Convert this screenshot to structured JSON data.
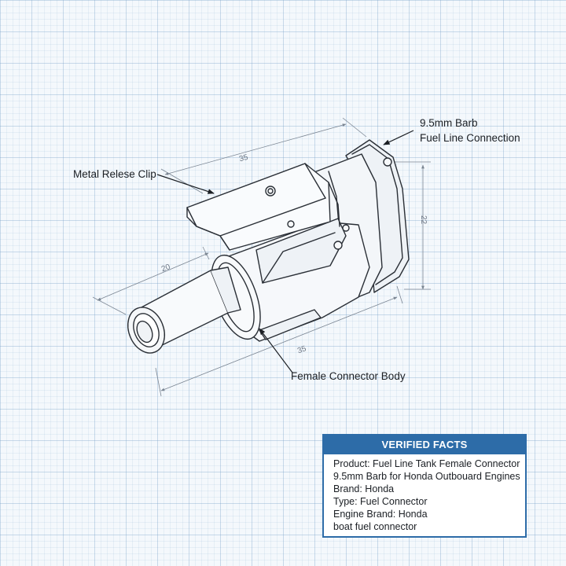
{
  "callouts": {
    "barb_line1": "9.5mm Barb",
    "barb_line2": "Fuel Line Connection",
    "clip": "Metal Relese Clip",
    "body": "Female Connector Body"
  },
  "dimensions": {
    "top_length": "35",
    "height": "22",
    "nozzle_length": "20",
    "bottom_length": "35"
  },
  "facts": {
    "title": "VERIFIED FACTS",
    "lines": [
      "Product: Fuel Line Tank Female Connector",
      "9.5mm Barb for Honda Outbouard Engines",
      "Brand: Honda",
      "Type: Fuel Connector",
      "Engine Brand: Honda",
      "boat fuel connector"
    ]
  },
  "colors": {
    "accent": "#2d6ca8",
    "ink": "#1b1f24",
    "grid": "#a8c4de"
  }
}
